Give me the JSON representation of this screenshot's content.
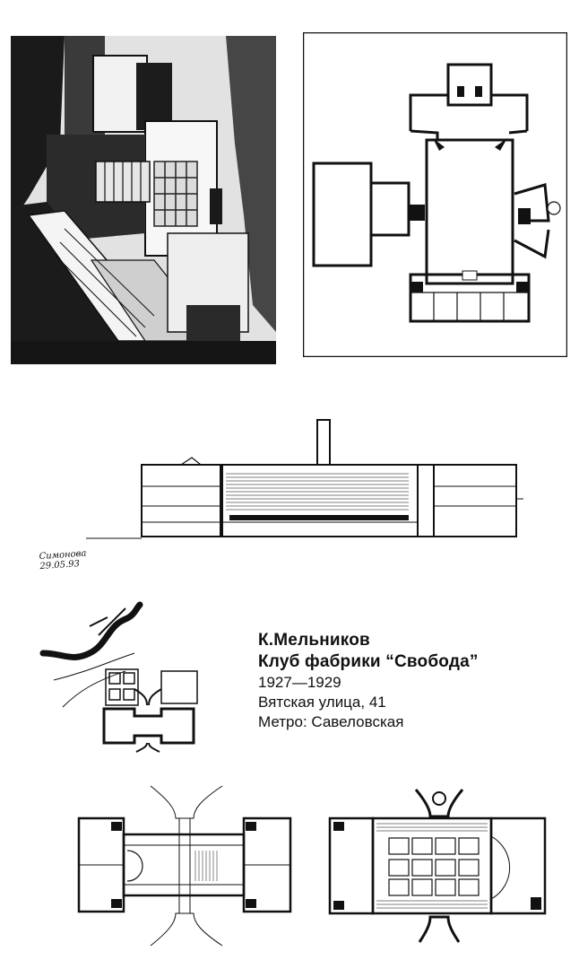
{
  "caption": {
    "author": "К.Мельников",
    "title": "Клуб фабрики “Свобода”",
    "years": "1927—1929",
    "address": "Вятская улица, 41",
    "metro": "Метро: Савеловская"
  },
  "figures": {
    "photo": {
      "subject": "exterior-photo"
    },
    "plan_top": {
      "subject": "floor-plan"
    },
    "section": {
      "subject": "section-drawing",
      "signature": "Симонова 29.05.93"
    },
    "site": {
      "subject": "site-plan"
    },
    "plan_left": {
      "subject": "floor-plan-ground"
    },
    "plan_right": {
      "subject": "floor-plan-upper"
    }
  }
}
